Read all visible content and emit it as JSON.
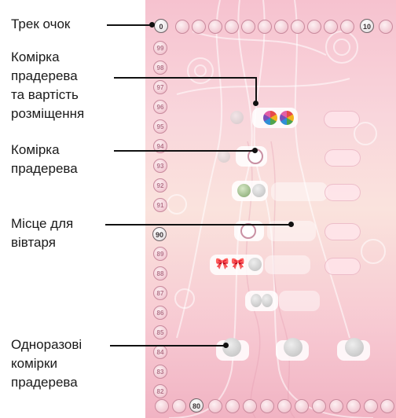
{
  "labels": {
    "score_track": "Трек очок",
    "prime_tree_cell_cost": [
      "Комірка",
      "прадерева",
      "та вартість",
      "розміщення"
    ],
    "prime_tree_cell": [
      "Комірка",
      "прадерева"
    ],
    "altar_place": [
      "Місце для",
      "вівтаря"
    ],
    "single_use_cells": [
      "Одноразові",
      "комірки",
      "прадерева"
    ]
  },
  "score_track": {
    "top_start": "0",
    "top_end": "10",
    "left_marks": [
      "99",
      "98",
      "97",
      "96",
      "95",
      "94",
      "93",
      "92",
      "91",
      "90",
      "89",
      "88",
      "87",
      "86",
      "85",
      "84",
      "83",
      "82"
    ],
    "bottom_mark": "80"
  },
  "colors": {
    "board_pink": "#f6c2cf",
    "token_pink": "#f2c9d3",
    "leader_line": "#111111"
  }
}
